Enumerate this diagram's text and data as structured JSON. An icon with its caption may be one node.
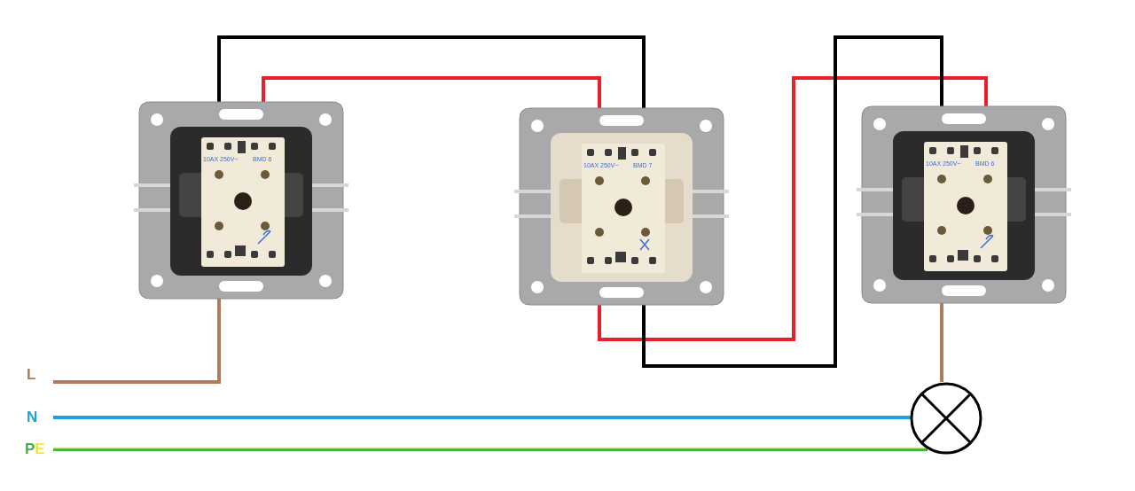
{
  "diagram": {
    "nodes": [
      {
        "text": [
          "10AX 250V~",
          "BMD 6"
        ]
      },
      {
        "text": [
          "10AX 250V~",
          "BMD 7"
        ]
      },
      {
        "text": [
          "10AX 250V~",
          "BMD 6"
        ]
      },
      {
        "text": [],
        "shape": "circle"
      },
      {
        "text": [
          "L"
        ]
      },
      {
        "text": [
          "N"
        ]
      },
      {
        "text": [
          "PE"
        ]
      }
    ],
    "edges": [
      {
        "from": 4,
        "to": 0,
        "arrow": "none",
        "color": "#b07b5a"
      },
      {
        "from": 0,
        "to": 1,
        "arrow": "none",
        "color": "#000000"
      },
      {
        "from": 0,
        "to": 1,
        "arrow": "none",
        "color": "#e8202a"
      },
      {
        "from": 1,
        "to": 2,
        "arrow": "none",
        "color": "#e8202a"
      },
      {
        "from": 1,
        "to": 2,
        "arrow": "none",
        "color": "#000000"
      },
      {
        "from": 2,
        "to": 3,
        "arrow": "none",
        "color": "#b07b5a"
      },
      {
        "from": 5,
        "to": 3,
        "arrow": "none",
        "color": "#1ea0dc"
      },
      {
        "from": 6,
        "to": 3,
        "arrow": "none",
        "color": "#3cb043"
      }
    ]
  }
}
